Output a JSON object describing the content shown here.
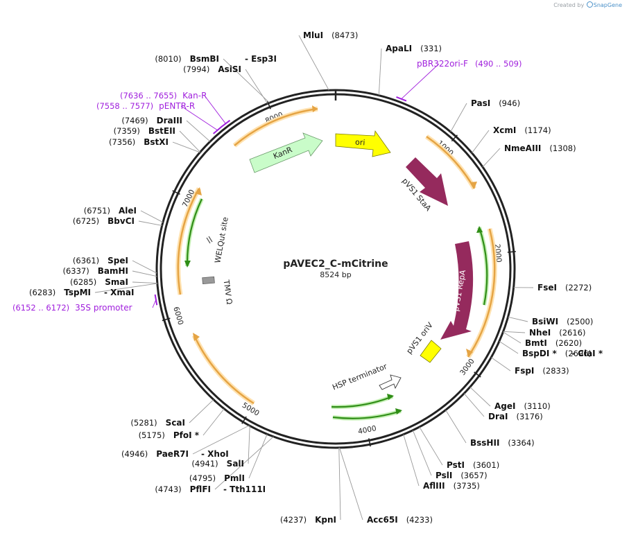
{
  "credit": {
    "prefix": "Created by",
    "brand": "SnapGene"
  },
  "plasmid": {
    "name": "pAVEC2_C-mCitrine",
    "length_label": "8524 bp",
    "length": 8524
  },
  "ticks": [
    {
      "label": "1000",
      "pos": 1000
    },
    {
      "label": "2000",
      "pos": 2000
    },
    {
      "label": "3000",
      "pos": 3000
    },
    {
      "label": "4000",
      "pos": 4000
    },
    {
      "label": "5000",
      "pos": 5000
    },
    {
      "label": "6000",
      "pos": 6000
    },
    {
      "label": "7000",
      "pos": 7000
    },
    {
      "label": "8000",
      "pos": 8000
    }
  ],
  "sites": [
    {
      "name": "MluI",
      "pos_label": "(8473)",
      "pos": 8473,
      "extra": ""
    },
    {
      "name": "ApaLI",
      "pos_label": "(331)",
      "pos": 331,
      "extra": ""
    },
    {
      "name": "PasI",
      "pos_label": "(946)",
      "pos": 946,
      "extra": ""
    },
    {
      "name": "XcmI",
      "pos_label": "(1174)",
      "pos": 1174,
      "extra": ""
    },
    {
      "name": "NmeAIII",
      "pos_label": "(1308)",
      "pos": 1308,
      "extra": ""
    },
    {
      "name": "FseI",
      "pos_label": "(2272)",
      "pos": 2272,
      "extra": ""
    },
    {
      "name": "BsiWI",
      "pos_label": "(2500)",
      "pos": 2500,
      "extra": ""
    },
    {
      "name": "NheI",
      "pos_label": "(2616)",
      "pos": 2616,
      "extra": ""
    },
    {
      "name": "BmtI",
      "pos_label": "(2620)",
      "pos": 2620,
      "extra": ""
    },
    {
      "name": "BspDI *",
      "pos_label": "(2696)",
      "pos": 2696,
      "extra": "ClaI *"
    },
    {
      "name": "FspI",
      "pos_label": "(2833)",
      "pos": 2833,
      "extra": ""
    },
    {
      "name": "AgeI",
      "pos_label": "(3110)",
      "pos": 3110,
      "extra": ""
    },
    {
      "name": "DraI",
      "pos_label": "(3176)",
      "pos": 3176,
      "extra": ""
    },
    {
      "name": "BssHII",
      "pos_label": "(3364)",
      "pos": 3364,
      "extra": ""
    },
    {
      "name": "PstI",
      "pos_label": "(3601)",
      "pos": 3601,
      "extra": ""
    },
    {
      "name": "PslI",
      "pos_label": "(3657)",
      "pos": 3657,
      "extra": ""
    },
    {
      "name": "AflIII",
      "pos_label": "(3735)",
      "pos": 3735,
      "extra": ""
    },
    {
      "name": "Acc65I",
      "pos_label": "(4233)",
      "pos": 4233,
      "extra": ""
    },
    {
      "name": "KpnI",
      "pos_label": "(4237)",
      "pos": 4237,
      "extra": ""
    },
    {
      "name": "PflFI",
      "pos_label": "(4743)",
      "pos": 4743,
      "extra": "Tth111I"
    },
    {
      "name": "PmlI",
      "pos_label": "(4795)",
      "pos": 4795,
      "extra": ""
    },
    {
      "name": "SalI",
      "pos_label": "(4941)",
      "pos": 4941,
      "extra": ""
    },
    {
      "name": "PaeR7I",
      "pos_label": "(4946)",
      "pos": 4946,
      "extra": "XhoI"
    },
    {
      "name": "PfoI *",
      "pos_label": "(5175)",
      "pos": 5175,
      "extra": ""
    },
    {
      "name": "ScaI",
      "pos_label": "(5281)",
      "pos": 5281,
      "extra": ""
    },
    {
      "name": "TspMI",
      "pos_label": "(6283)",
      "pos": 6283,
      "extra": "XmaI"
    },
    {
      "name": "SmaI",
      "pos_label": "(6285)",
      "pos": 6285,
      "extra": ""
    },
    {
      "name": "BamHI",
      "pos_label": "(6337)",
      "pos": 6337,
      "extra": ""
    },
    {
      "name": "SpeI",
      "pos_label": "(6361)",
      "pos": 6361,
      "extra": ""
    },
    {
      "name": "BbvCI",
      "pos_label": "(6725)",
      "pos": 6725,
      "extra": ""
    },
    {
      "name": "AleI",
      "pos_label": "(6751)",
      "pos": 6751,
      "extra": ""
    },
    {
      "name": "BstXI",
      "pos_label": "(7356)",
      "pos": 7356,
      "extra": ""
    },
    {
      "name": "BstEII",
      "pos_label": "(7359)",
      "pos": 7359,
      "extra": ""
    },
    {
      "name": "DraIII",
      "pos_label": "(7469)",
      "pos": 7469,
      "extra": ""
    },
    {
      "name": "AsiSI",
      "pos_label": "(7994)",
      "pos": 7994,
      "extra": ""
    },
    {
      "name": "BsmBI",
      "pos_label": "(8010)",
      "pos": 8010,
      "extra": "Esp3I"
    }
  ],
  "primers": [
    {
      "name": "pBR322ori-F",
      "range_label": "(490 .. 509)",
      "pos": 500
    },
    {
      "name": "Kan-R",
      "range_label": "(7636 .. 7655)",
      "pos": 7645
    },
    {
      "name": "pENTR-R",
      "range_label": "(7558 .. 7577)",
      "pos": 7567
    },
    {
      "name": "35S promoter",
      "range_label": "(6152 .. 6172)",
      "pos": 6162
    }
  ],
  "features": [
    {
      "name": "ori",
      "color": "#ffff00",
      "kind": "arrow"
    },
    {
      "name": "KanR",
      "color": "#c9fcc9",
      "kind": "arrow"
    },
    {
      "name": "pVS1 StaA",
      "color": "#952a5d",
      "kind": "arrow"
    },
    {
      "name": "pVS1 RepA",
      "color": "#952a5d",
      "kind": "arrow"
    },
    {
      "name": "pVS1 oriV",
      "color": "#ffff00",
      "kind": "box"
    },
    {
      "name": "HSP terminator",
      "color": "#ffffff",
      "kind": "arrow"
    },
    {
      "name": "TMV Ω",
      "color": "#999999",
      "kind": "box"
    },
    {
      "name": "WELQut site",
      "color": "#999999",
      "kind": "tick"
    }
  ],
  "colors": {
    "backbone": "#222222",
    "leader": "#999999",
    "primer": "#a01fdd",
    "orf_fill": "#e5a444",
    "orf_glow": "#ffe2b0",
    "green_arrow": "#2f8d16"
  }
}
